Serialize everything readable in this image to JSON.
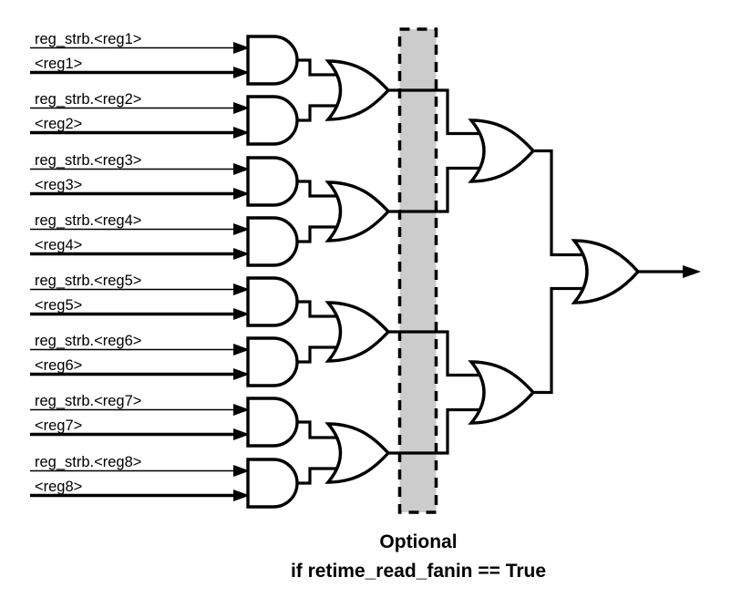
{
  "diagram": {
    "inputs": [
      {
        "strobe": "reg_strb.<reg1>",
        "value": "<reg1>"
      },
      {
        "strobe": "reg_strb.<reg2>",
        "value": "<reg2>"
      },
      {
        "strobe": "reg_strb.<reg3>",
        "value": "<reg3>"
      },
      {
        "strobe": "reg_strb.<reg4>",
        "value": "<reg4>"
      },
      {
        "strobe": "reg_strb.<reg5>",
        "value": "<reg5>"
      },
      {
        "strobe": "reg_strb.<reg6>",
        "value": "<reg6>"
      },
      {
        "strobe": "reg_strb.<reg7>",
        "value": "<reg7>"
      },
      {
        "strobe": "reg_strb.<reg8>",
        "value": "<reg8>"
      }
    ],
    "caption": {
      "line1": "Optional",
      "line2": "if retime_read_fanin == True"
    },
    "colors": {
      "wire": "#000000",
      "optional_region_fill": "#cccccc"
    }
  }
}
